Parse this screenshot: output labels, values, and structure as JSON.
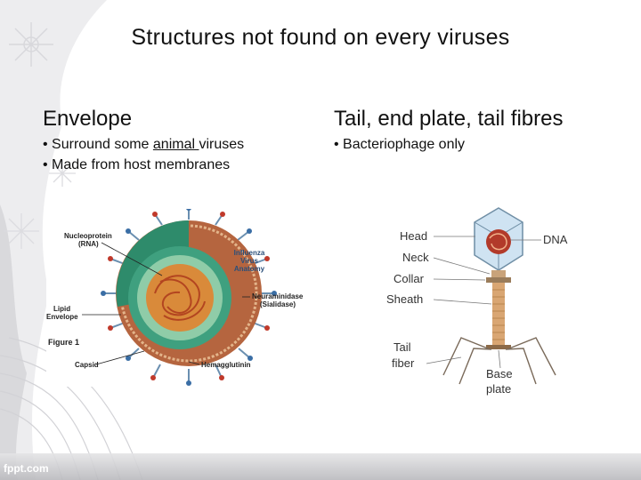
{
  "slide": {
    "title": "Structures not found on every viruses",
    "left": {
      "heading": "Envelope",
      "bullets": [
        {
          "pre": "• Surround some ",
          "u": "animal ",
          "post": "viruses"
        },
        {
          "pre": "• Made from host membranes",
          "u": "",
          "post": ""
        }
      ]
    },
    "right": {
      "heading": "Tail, end plate, tail fibres",
      "bullets": [
        "• Bacteriophage only"
      ]
    },
    "influenza_figure": {
      "labels": {
        "nucleoprotein": "Nucleoprotein",
        "rna": "(RNA)",
        "influenza": "Influenza",
        "virus": "Virus",
        "anatomy": "Anatomy",
        "neuraminidase": "Neuraminidase",
        "sialidase": "(Sialidase)",
        "lipid": "Lipid",
        "envelope": "Envelope",
        "figure": "Figure 1",
        "capsid": "Capsid",
        "hemagglutinin": "Hemagglutinin"
      }
    },
    "phage_figure": {
      "labels": {
        "head": "Head",
        "neck": "Neck",
        "collar": "Collar",
        "sheath": "Sheath",
        "tail": "Tail",
        "fiber": "fiber",
        "dna": "DNA",
        "base": "Base",
        "plate": "plate"
      }
    },
    "footer": "fppt.com"
  }
}
